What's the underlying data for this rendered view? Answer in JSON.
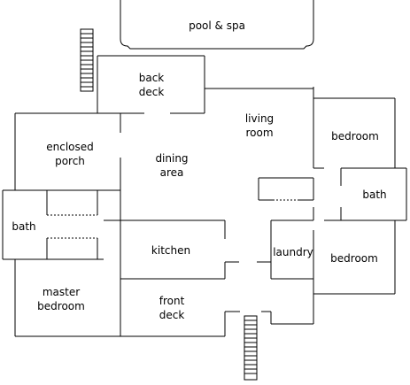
{
  "rooms": {
    "pool_spa": "pool & spa",
    "back_deck": "back\ndeck",
    "living_room": "living\nroom",
    "bedroom_upper": "bedroom",
    "enclosed_porch": "enclosed\nporch",
    "dining_area": "dining\narea",
    "bath_right": "bath",
    "bath_left": "bath",
    "kitchen": "kitchen",
    "laundry": "laundry",
    "bedroom_lower": "bedroom",
    "master_bedroom": "master\nbedroom",
    "front_deck": "front\ndeck"
  }
}
